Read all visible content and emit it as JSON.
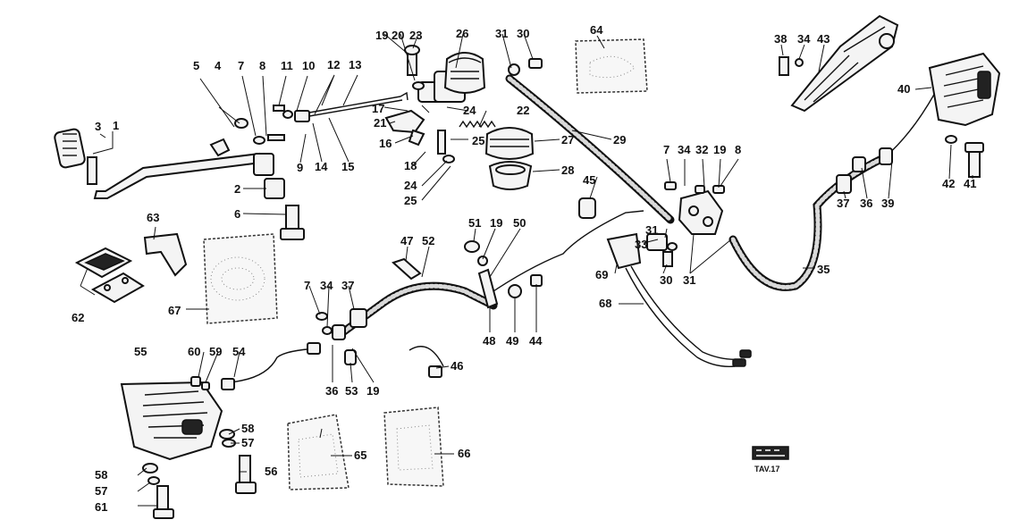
{
  "logo": {
    "caption": "TAV.17"
  },
  "labels": [
    "1",
    "2",
    "3",
    "4",
    "5",
    "6",
    "7",
    "8",
    "9",
    "10",
    "11",
    "12",
    "13",
    "14",
    "15",
    "16",
    "17",
    "18",
    "19",
    "20",
    "21",
    "22",
    "23",
    "24",
    "25",
    "26",
    "27",
    "28",
    "29",
    "30",
    "31",
    "32",
    "33",
    "34",
    "35",
    "36",
    "37",
    "38",
    "39",
    "40",
    "41",
    "42",
    "43",
    "44",
    "45",
    "46",
    "47",
    "48",
    "49",
    "50",
    "51",
    "52",
    "53",
    "54",
    "55",
    "56",
    "57",
    "58",
    "59",
    "60",
    "61",
    "62",
    "63",
    "64",
    "65",
    "66",
    "67",
    "68",
    "69"
  ]
}
